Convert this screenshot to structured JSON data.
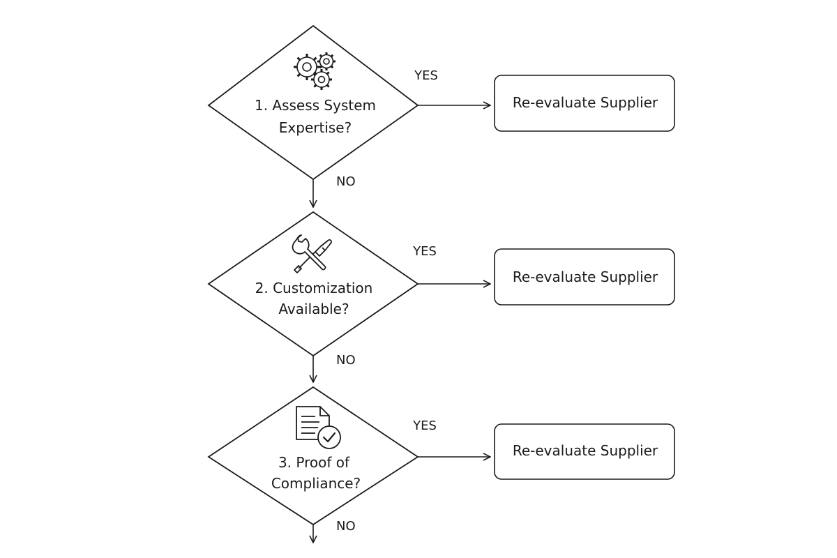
{
  "flowchart": {
    "steps": [
      {
        "question_line1": "1. Assess System",
        "question_line2": "Expertise?",
        "icon": "gears-icon",
        "yes_label": "YES",
        "no_label": "NO",
        "outcome": "Re-evaluate Supplier"
      },
      {
        "question_line1": "2. Customization",
        "question_line2": "Available?",
        "icon": "wrench-screwdriver-icon",
        "yes_label": "YES",
        "no_label": "NO",
        "outcome": "Re-evaluate Supplier"
      },
      {
        "question_line1": "3. Proof of",
        "question_line2": "Compliance?",
        "icon": "document-check-icon",
        "yes_label": "YES",
        "no_label": "NO",
        "outcome": "Re-evaluate Supplier"
      }
    ]
  }
}
